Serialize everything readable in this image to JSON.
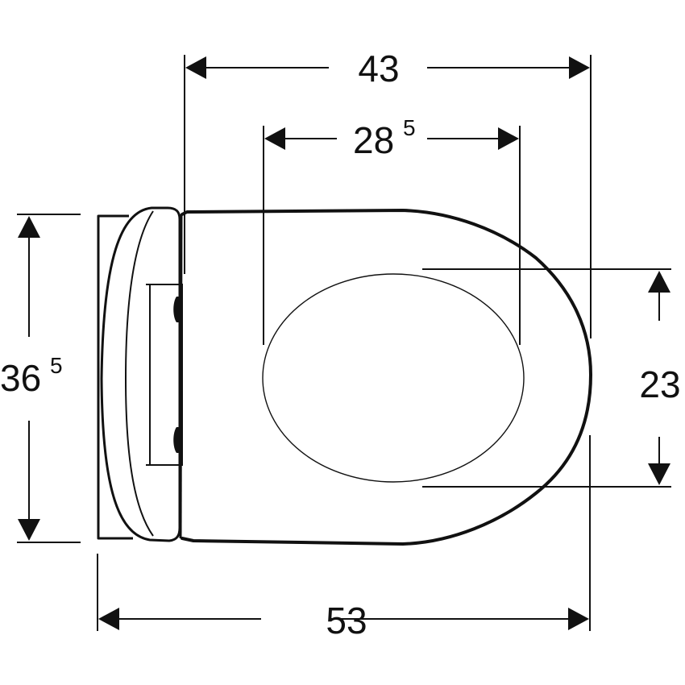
{
  "drawing": {
    "title": "Wall-hung toilet top view dimensions",
    "line_color": "#111111",
    "background": "#ffffff",
    "units": "cm"
  },
  "dimensions": {
    "overall_bowl_width": {
      "main": "43",
      "sup": ""
    },
    "seat_opening_length": {
      "main": "28",
      "sup": "5"
    },
    "total_depth": {
      "main": "53",
      "sup": ""
    },
    "overall_height": {
      "main": "36",
      "sup": "5"
    },
    "opening_width": {
      "main": "23",
      "sup": ""
    }
  }
}
